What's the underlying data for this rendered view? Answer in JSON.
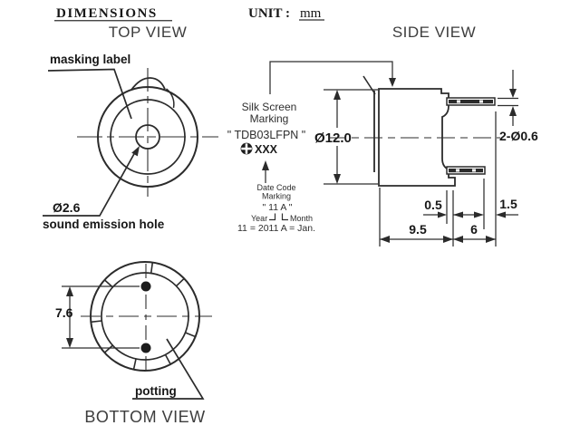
{
  "colors": {
    "line": "#2b2b2b",
    "text": "#171717",
    "background": "#ffffff"
  },
  "header": {
    "dimensions_title": "DIMENSIONS",
    "unit_label": "UNIT :",
    "unit_value": "mm"
  },
  "top_view": {
    "title": "TOP VIEW",
    "masking_label": "masking label",
    "hole_diameter": "Ø2.6",
    "hole_label": "sound emission hole"
  },
  "side_view": {
    "title": "SIDE VIEW",
    "silk_screen_line1": "Silk Screen",
    "silk_screen_line2": "Marking",
    "part_marking": "\" TDB03LFPN \"",
    "marking_xxx": "XXX",
    "date_code_line1": "Date Code",
    "date_code_line2": "Marking",
    "date_code_example": "\" 11 A \"",
    "date_code_year": "Year",
    "date_code_month": "Month",
    "date_code_note": "11 = 2011 A = Jan.",
    "body_diameter": "Ø12.0",
    "lead_diameter": "2-Ø0.6",
    "dim_standoff": "0.5",
    "dim_lead_tip": "1.5",
    "dim_body_length": "9.5",
    "dim_lead_length": "6"
  },
  "bottom_view": {
    "title": "BOTTOM VIEW",
    "lead_spacing": "7.6",
    "potting_label": "potting"
  }
}
